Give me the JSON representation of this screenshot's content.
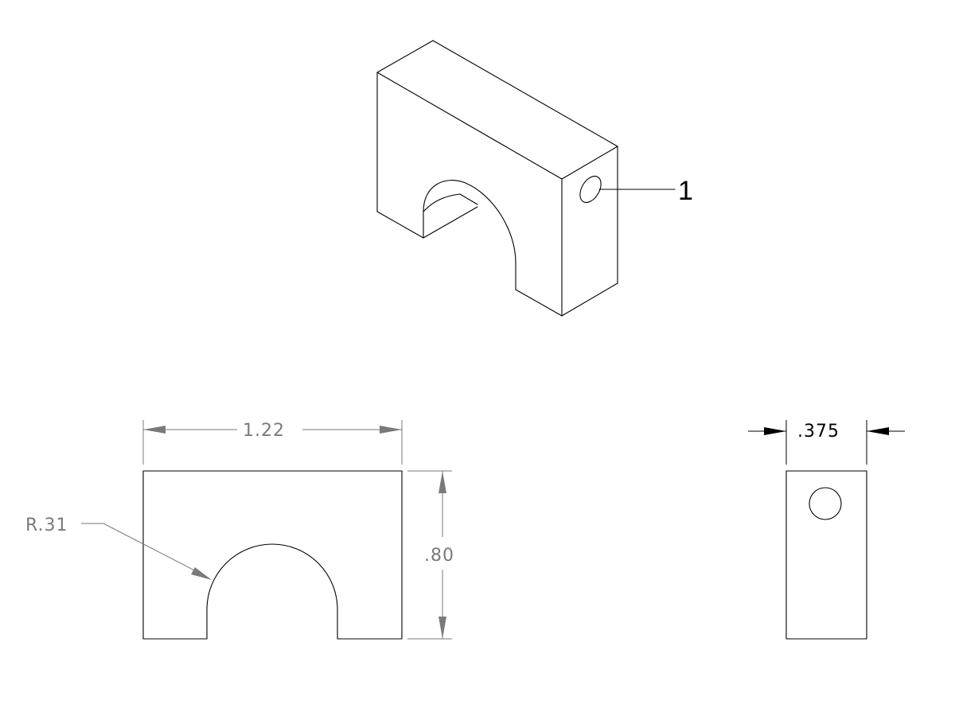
{
  "callout": {
    "item_number": "1"
  },
  "dimensions": {
    "width": "1.22",
    "height": ".80",
    "radius": "R.31",
    "thickness": ".375"
  }
}
